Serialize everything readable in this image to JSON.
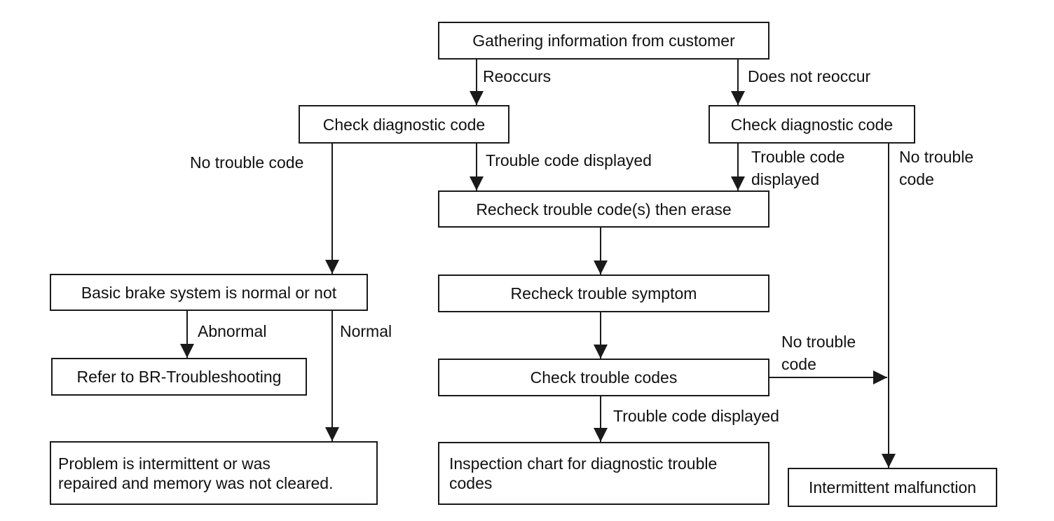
{
  "nodes": {
    "gather": "Gathering information from customer",
    "check_code_left": "Check diagnostic code",
    "check_code_right": "Check diagnostic code",
    "recheck_erase": "Recheck trouble code(s) then erase",
    "basic_brake": "Basic brake system is normal or not",
    "recheck_symptom": "Recheck trouble symptom",
    "refer_br": "Refer to BR-Troubleshooting",
    "check_codes": "Check trouble codes",
    "problem_intermittent_line1": "Problem is intermittent or was",
    "problem_intermittent_line2": "repaired and memory was not cleared.",
    "inspection_chart_line1": "Inspection chart for diagnostic trouble",
    "inspection_chart_line2": "codes",
    "intermittent_malfunction": "Intermittent malfunction"
  },
  "edge_labels": {
    "reoccurs": "Reoccurs",
    "does_not_reoccur": "Does not reoccur",
    "no_trouble_code_left": "No trouble code",
    "trouble_code_displayed_mid": "Trouble code displayed",
    "trouble_code_displayed_right_line1": "Trouble code",
    "trouble_code_displayed_right_line2": "displayed",
    "no_trouble_code_right_line1": "No trouble",
    "no_trouble_code_right_line2": "code",
    "abnormal": "Abnormal",
    "normal": "Normal",
    "no_trouble_code_lower_line1": "No trouble",
    "no_trouble_code_lower_line2": "code",
    "trouble_code_displayed_bottom": "Trouble code displayed"
  }
}
